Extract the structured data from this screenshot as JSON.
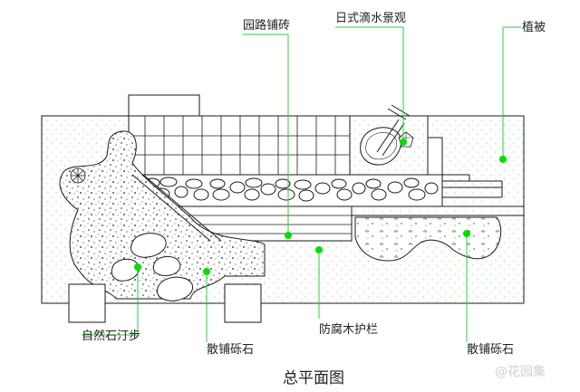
{
  "title": "总平面图",
  "labels": {
    "paving": "园路铺砖",
    "water_feature": "日式滴水景观",
    "vegetation": "植被",
    "stepping_stones": "自然石汀步",
    "gravel_left": "散铺砾石",
    "railing": "防腐木护栏",
    "gravel_right": "散铺砾石"
  },
  "watermark": "@花园集",
  "colors": {
    "line": "#1a1a1a",
    "leader": "#2ecc40",
    "marker": "#00e000",
    "lawn_dot": "#7fd27f",
    "gravel_dot": "#222222"
  }
}
